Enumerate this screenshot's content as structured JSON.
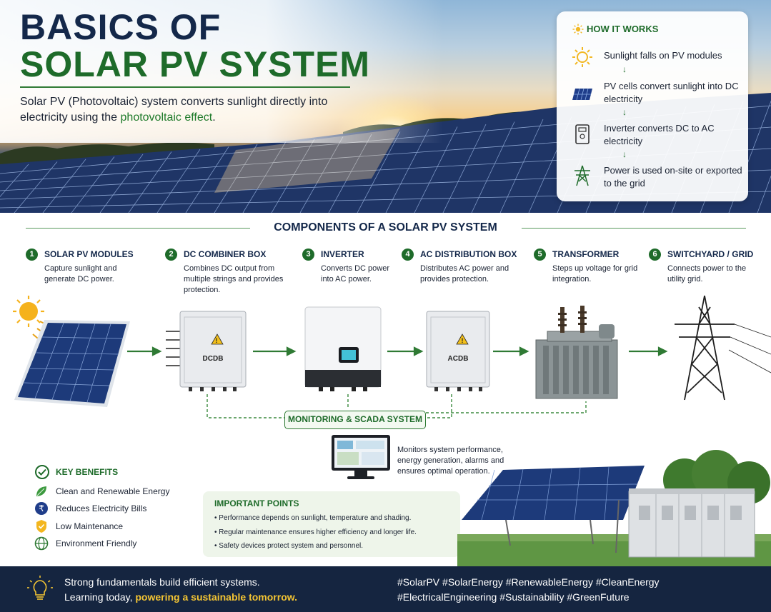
{
  "header": {
    "title_line1": "BASICS OF",
    "title_line2": "SOLAR PV SYSTEM",
    "intro_part1": "Solar PV (Photovoltaic) system converts sunlight directly into electricity using the ",
    "intro_highlight": "photovoltaic effect",
    "intro_end": "."
  },
  "how_it_works": {
    "title": "HOW IT WORKS",
    "steps": [
      {
        "text": "Sunlight falls on PV modules",
        "icon": "sun-icon"
      },
      {
        "text": "PV cells convert sunlight into DC electricity",
        "icon": "solar-panel-icon"
      },
      {
        "text": "Inverter converts DC to AC electricity",
        "icon": "inverter-icon"
      },
      {
        "text": "Power is used on-site or exported to the grid",
        "icon": "transmission-tower-icon"
      }
    ],
    "arrow": "↓"
  },
  "components": {
    "title": "COMPONENTS OF A SOLAR PV SYSTEM",
    "items": [
      {
        "num": "1",
        "name": "SOLAR PV MODULES",
        "desc": "Capture sunlight and generate DC power."
      },
      {
        "num": "2",
        "name": "DC COMBINER BOX",
        "desc": "Combines DC output from multiple strings and provides protection."
      },
      {
        "num": "3",
        "name": "INVERTER",
        "desc": "Converts DC power into AC power."
      },
      {
        "num": "4",
        "name": "AC DISTRIBUTION BOX",
        "desc": "Distributes AC power and provides protection."
      },
      {
        "num": "5",
        "name": "TRANSFORMER",
        "desc": "Steps up voltage for grid integration."
      },
      {
        "num": "6",
        "name": "SWITCHYARD / GRID",
        "desc": "Connects power to the utility grid."
      }
    ],
    "dcdb_label": "DCDB",
    "acdb_label": "ACDB"
  },
  "monitoring": {
    "title": "MONITORING & SCADA SYSTEM",
    "desc": "Monitors system performance, energy generation, alarms and ensures optimal operation."
  },
  "benefits": {
    "title": "KEY BENEFITS",
    "items": [
      {
        "text": "Clean and Renewable Energy",
        "icon": "leaf-icon"
      },
      {
        "text": "Reduces Electricity Bills",
        "icon": "rupee-icon"
      },
      {
        "text": "Low Maintenance",
        "icon": "shield-icon"
      },
      {
        "text": "Environment Friendly",
        "icon": "globe-icon"
      }
    ]
  },
  "important": {
    "title": "IMPORTANT POINTS",
    "points": [
      "• Performance depends on sunlight, temperature and shading.",
      "• Regular maintenance ensures higher efficiency and longer life.",
      "• Safety devices protect system and personnel."
    ]
  },
  "footer": {
    "line1": "Strong fundamentals build efficient systems.",
    "line2_part1": "Learning today, ",
    "line2_highlight": "powering a sustainable tomorrow.",
    "tags_line1": "#SolarPV  #SolarEnergy  #RenewableEnergy  #CleanEnergy",
    "tags_line2": "#ElectricalEngineering  #Sustainability  #GreenFuture"
  },
  "colors": {
    "navy": "#14284a",
    "green": "#1e6b2a",
    "accent_yellow": "#f3c433",
    "footer_bg": "#152540"
  }
}
